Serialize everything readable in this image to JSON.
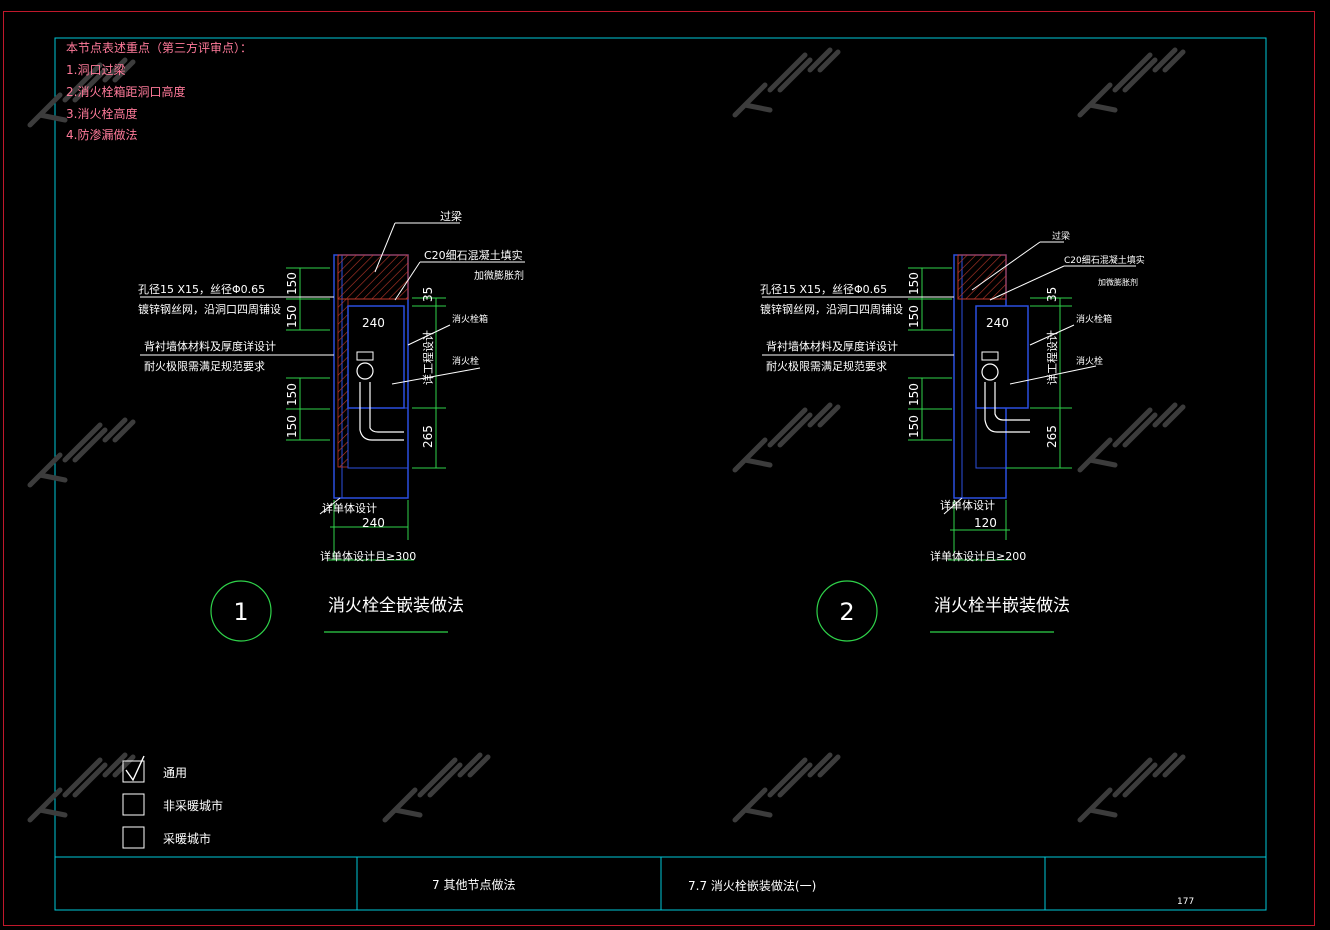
{
  "colors": {
    "background": "#000000",
    "outer_frame": "#c0182b",
    "frame": "#00c8d8",
    "notes_text": "#ff7a9a",
    "dimension": "#2fd24a",
    "white_text": "#ffffff",
    "wall": "#2b4fe0",
    "hatch": "#c0392b",
    "watermark": "#4a4a4a"
  },
  "notes": {
    "title": "本节点表述重点（第三方评审点）：",
    "items": [
      "1.洞口过梁",
      "2.消火栓箱距洞口高度",
      "3.消火栓高度",
      "4.防渗漏做法"
    ]
  },
  "details": [
    {
      "number": "1",
      "title": "消火栓全嵌装做法",
      "labels": {
        "lintel": "过梁",
        "c20_fill": "C20细石混凝土填实",
        "expansion_agent": "加微膨胀剂",
        "hole_line1": "孔径15 X15，丝径Φ0.65",
        "hole_line2": "镀锌钢丝网，沿洞口四周铺设",
        "backing_line1": "背衬墙体材料及厚度详设计",
        "backing_line2": "耐火极限需满足规范要求",
        "hydrant_box": "消火栓箱",
        "hydrant": "消火栓",
        "see_design_vertical": "详工程设计",
        "see_single_design": "详单体设计",
        "bottom_note": "详单体设计且≥300"
      },
      "dims": {
        "top_150_a": "150",
        "top_150_b": "150",
        "lower_150_a": "150",
        "lower_150_b": "150",
        "gap_35": "35",
        "box_width": "240",
        "bottom_265": "265",
        "wall_width": "240"
      }
    },
    {
      "number": "2",
      "title": "消火栓半嵌装做法",
      "labels": {
        "lintel": "过梁",
        "c20_fill": "C20细石混凝土填实",
        "expansion_agent": "加微膨胀剂",
        "hole_line1": "孔径15 X15，丝径Φ0.65",
        "hole_line2": "镀锌钢丝网，沿洞口四周铺设",
        "backing_line1": "背衬墙体材料及厚度详设计",
        "backing_line2": "耐火极限需满足规范要求",
        "hydrant_box": "消火栓箱",
        "hydrant": "消火栓",
        "see_design_vertical": "详工程设计",
        "see_single_design": "详单体设计",
        "bottom_note": "详单体设计且≥200"
      },
      "dims": {
        "top_150_a": "150",
        "top_150_b": "150",
        "lower_150_a": "150",
        "lower_150_b": "150",
        "gap_35": "35",
        "box_width": "240",
        "bottom_265": "265",
        "wall_width": "120"
      }
    }
  ],
  "legend": [
    {
      "label": "通用",
      "checked": true
    },
    {
      "label": "非采暖城市",
      "checked": false
    },
    {
      "label": "采暖城市",
      "checked": false
    }
  ],
  "title_block": {
    "chapter": "7  其他节点做法",
    "section": "7.7  消火栓嵌装做法(一)",
    "page": "177"
  }
}
